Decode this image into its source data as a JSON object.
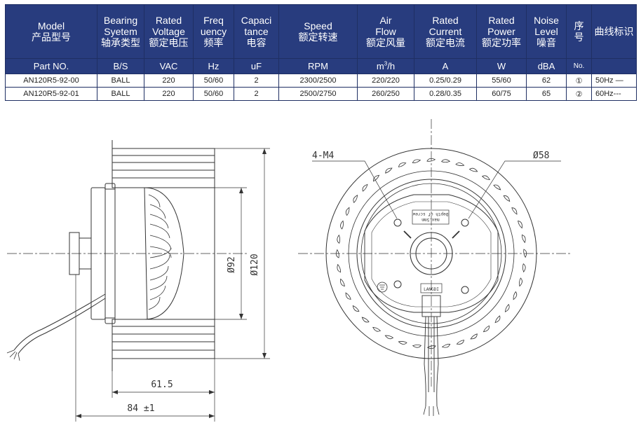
{
  "table": {
    "headers": [
      {
        "key": "model",
        "en": [
          "Model"
        ],
        "cn": "产品型号"
      },
      {
        "key": "bearing",
        "en": [
          "Bearing",
          "Syetem"
        ],
        "cn": "轴承类型"
      },
      {
        "key": "voltage",
        "en": [
          "Rated",
          "Voltage"
        ],
        "cn": "额定电压"
      },
      {
        "key": "freq",
        "en": [
          "Freq",
          "uency"
        ],
        "cn": "频率"
      },
      {
        "key": "cap",
        "en": [
          "Capaci",
          "tance"
        ],
        "cn": "电容"
      },
      {
        "key": "speed",
        "en": [
          "Speed"
        ],
        "cn": "额定转速"
      },
      {
        "key": "flow",
        "en": [
          "Air",
          "Flow"
        ],
        "cn": "额定风量"
      },
      {
        "key": "current",
        "en": [
          "Rated",
          "Current"
        ],
        "cn": "额定电流"
      },
      {
        "key": "power",
        "en": [
          "Rated",
          "Power"
        ],
        "cn": "额定功率"
      },
      {
        "key": "noise",
        "en": [
          "Noise",
          "Level"
        ],
        "cn": "噪音"
      },
      {
        "key": "seq",
        "en": [],
        "cn": "序\n号"
      },
      {
        "key": "curve",
        "en": [],
        "cn": "曲线标识"
      }
    ],
    "units": [
      "Part NO.",
      "B/S",
      "VAC",
      "Hz",
      "uF",
      "RPM",
      "m3/h",
      "A",
      "W",
      "dBA",
      "No.",
      ""
    ],
    "rows": [
      [
        "AN120R5-92-00",
        "BALL",
        "220",
        "50/60",
        "2",
        "2300/2500",
        "220/220",
        "0.25/0.29",
        "55/60",
        "62",
        "①",
        "50Hz —"
      ],
      [
        "AN120R5-92-01",
        "BALL",
        "220",
        "50/60",
        "2",
        "2500/2750",
        "260/250",
        "0.28/0.35",
        "60/75",
        "65",
        "②",
        "60Hz---"
      ]
    ]
  },
  "drawing": {
    "dim_92": "Ø92",
    "dim_120": "Ø120",
    "dim_61_5": "61.5",
    "dim_84": "84 ±1",
    "label_4m4": "4-M4",
    "label_58": "Ø58",
    "label_screw_line1": "Depth of screw",
    "label_screw_line2": "max.5mm",
    "brand": "LANGDI",
    "colors": {
      "header_bg": "#283c7e",
      "line": "#333333"
    }
  }
}
